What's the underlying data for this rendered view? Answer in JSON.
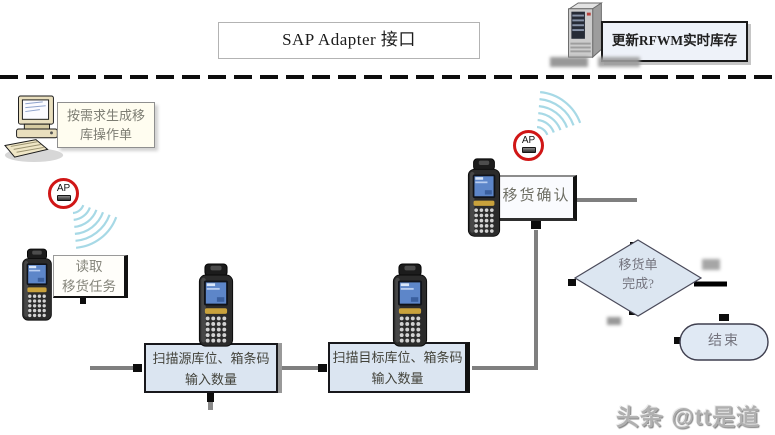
{
  "diagram": {
    "title": "SAP Adapter 接口",
    "update_inventory": "更新RFWM实时库存",
    "generate_order_line1": "按需求生成移",
    "generate_order_line2": "库操作单",
    "read_task_line1": "读取",
    "read_task_line2": "移货任务",
    "scan_source_line1": "扫描源库位、箱条码",
    "scan_source_line2": "输入数量",
    "scan_target_line1": "扫描目标库位、箱条码",
    "scan_target_line2": "输入数量",
    "confirm": "移货确认",
    "decision_line1": "移货单",
    "decision_line2": "完成?",
    "end": "结束",
    "ap_label": "AP"
  },
  "watermark": "头条 @tt是道",
  "colors": {
    "ap_ring_red": "#d01616",
    "wave_blue": "#a7d9e6",
    "flow_box_blue": "#dbe5f1",
    "ivory_box": "#fffdf0",
    "connector_gray": "#7f7f7f",
    "arrow_black": "#0d0d0d"
  },
  "icons": {
    "server": "server-tower-icon",
    "workstation": "desktop-computer-icon",
    "scanner": "handheld-scanner-icon",
    "ap": "ap-antenna-icon",
    "waves": "wireless-waves-icon"
  }
}
